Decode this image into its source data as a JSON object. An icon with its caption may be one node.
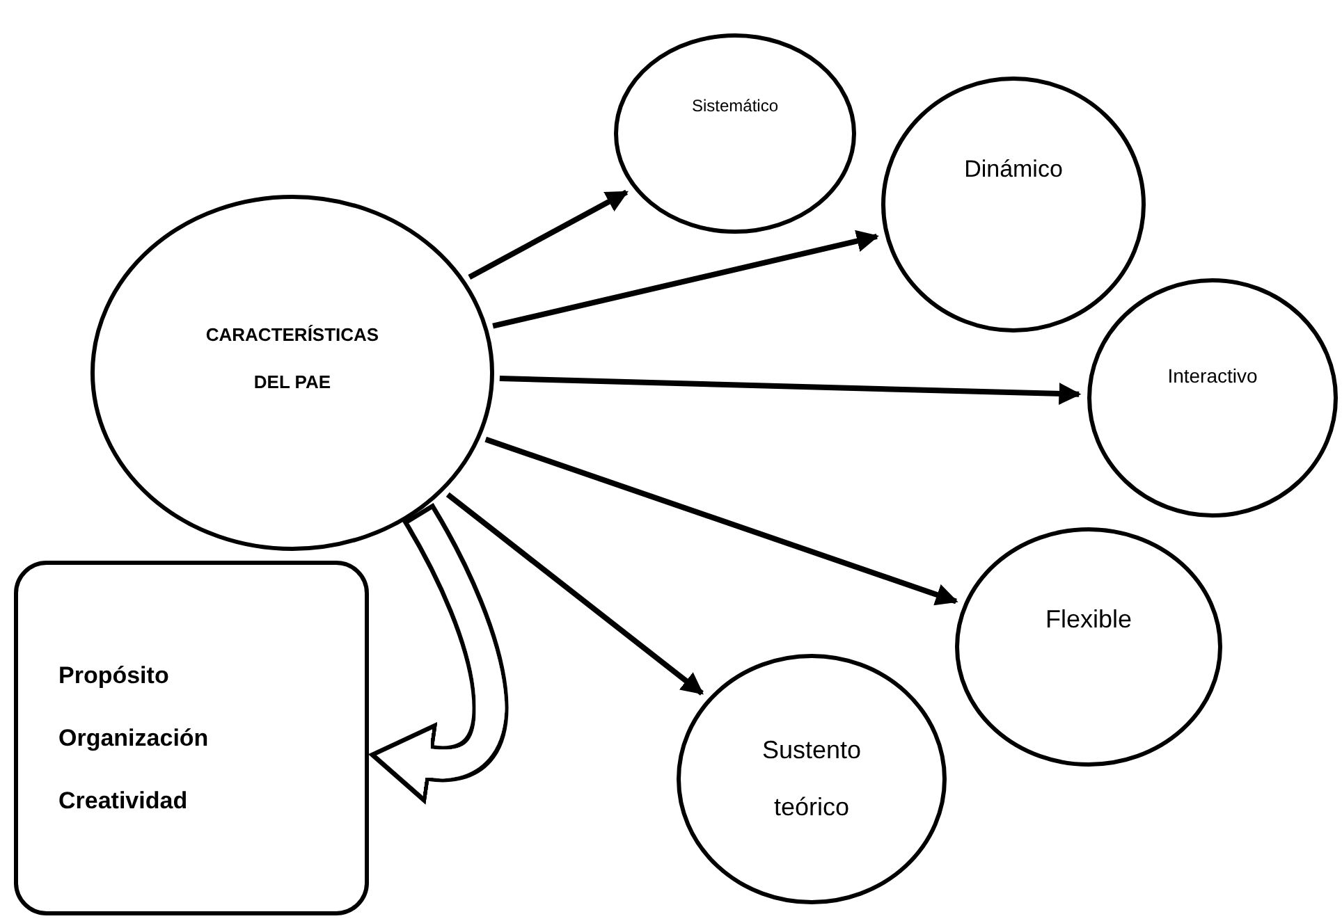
{
  "diagram": {
    "nodes": [
      {
        "text": [
          "CARACTERÍSTICAS DEL PAE"
        ]
      },
      {
        "text": [
          "Sistemático"
        ]
      },
      {
        "text": [
          "Dinámico"
        ]
      },
      {
        "text": [
          "Interactivo"
        ]
      },
      {
        "text": [
          "Flexible"
        ]
      },
      {
        "text": [
          "Sustento teórico"
        ]
      },
      {
        "text": [
          "Propósito",
          "Organización",
          "Creatividad"
        ]
      }
    ],
    "edges": [
      {
        "from": 0,
        "to": 1,
        "arrow": "to"
      },
      {
        "from": 0,
        "to": 2,
        "arrow": "to"
      },
      {
        "from": 0,
        "to": 3,
        "arrow": "to"
      },
      {
        "from": 0,
        "to": 4,
        "arrow": "to"
      },
      {
        "from": 0,
        "to": 5,
        "arrow": "to"
      },
      {
        "from": 0,
        "to": 6,
        "arrow": "to",
        "style": "thick"
      }
    ]
  }
}
